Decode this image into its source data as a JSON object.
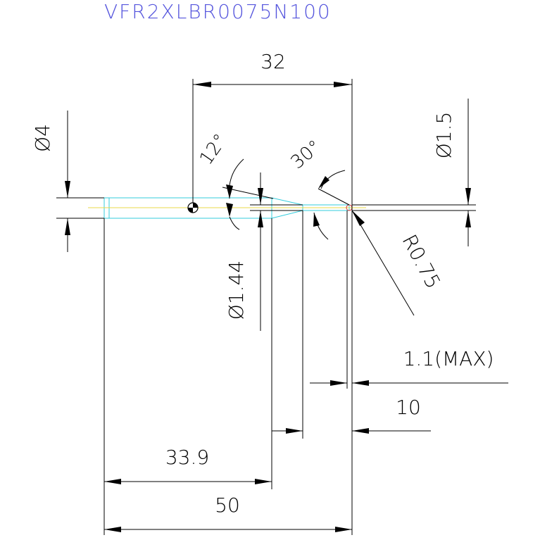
{
  "title": "VFR2XLBR0075N100",
  "colors": {
    "title": "#5555dd",
    "outline": "#33ccdd",
    "center_line": "#e8d84a",
    "dimension": "#000000",
    "tip": "#dd3333"
  },
  "dimensions": {
    "length_32": "32",
    "dia_shank": "Ø4",
    "angle_12": "12°",
    "angle_30": "30°",
    "dia_tip": "Ø1.5",
    "dia_neck": "Ø1.44",
    "radius": "R0.75",
    "max_len": "1.1(MAX)",
    "len_10": "10",
    "len_33_9": "33.9",
    "len_50": "50"
  }
}
